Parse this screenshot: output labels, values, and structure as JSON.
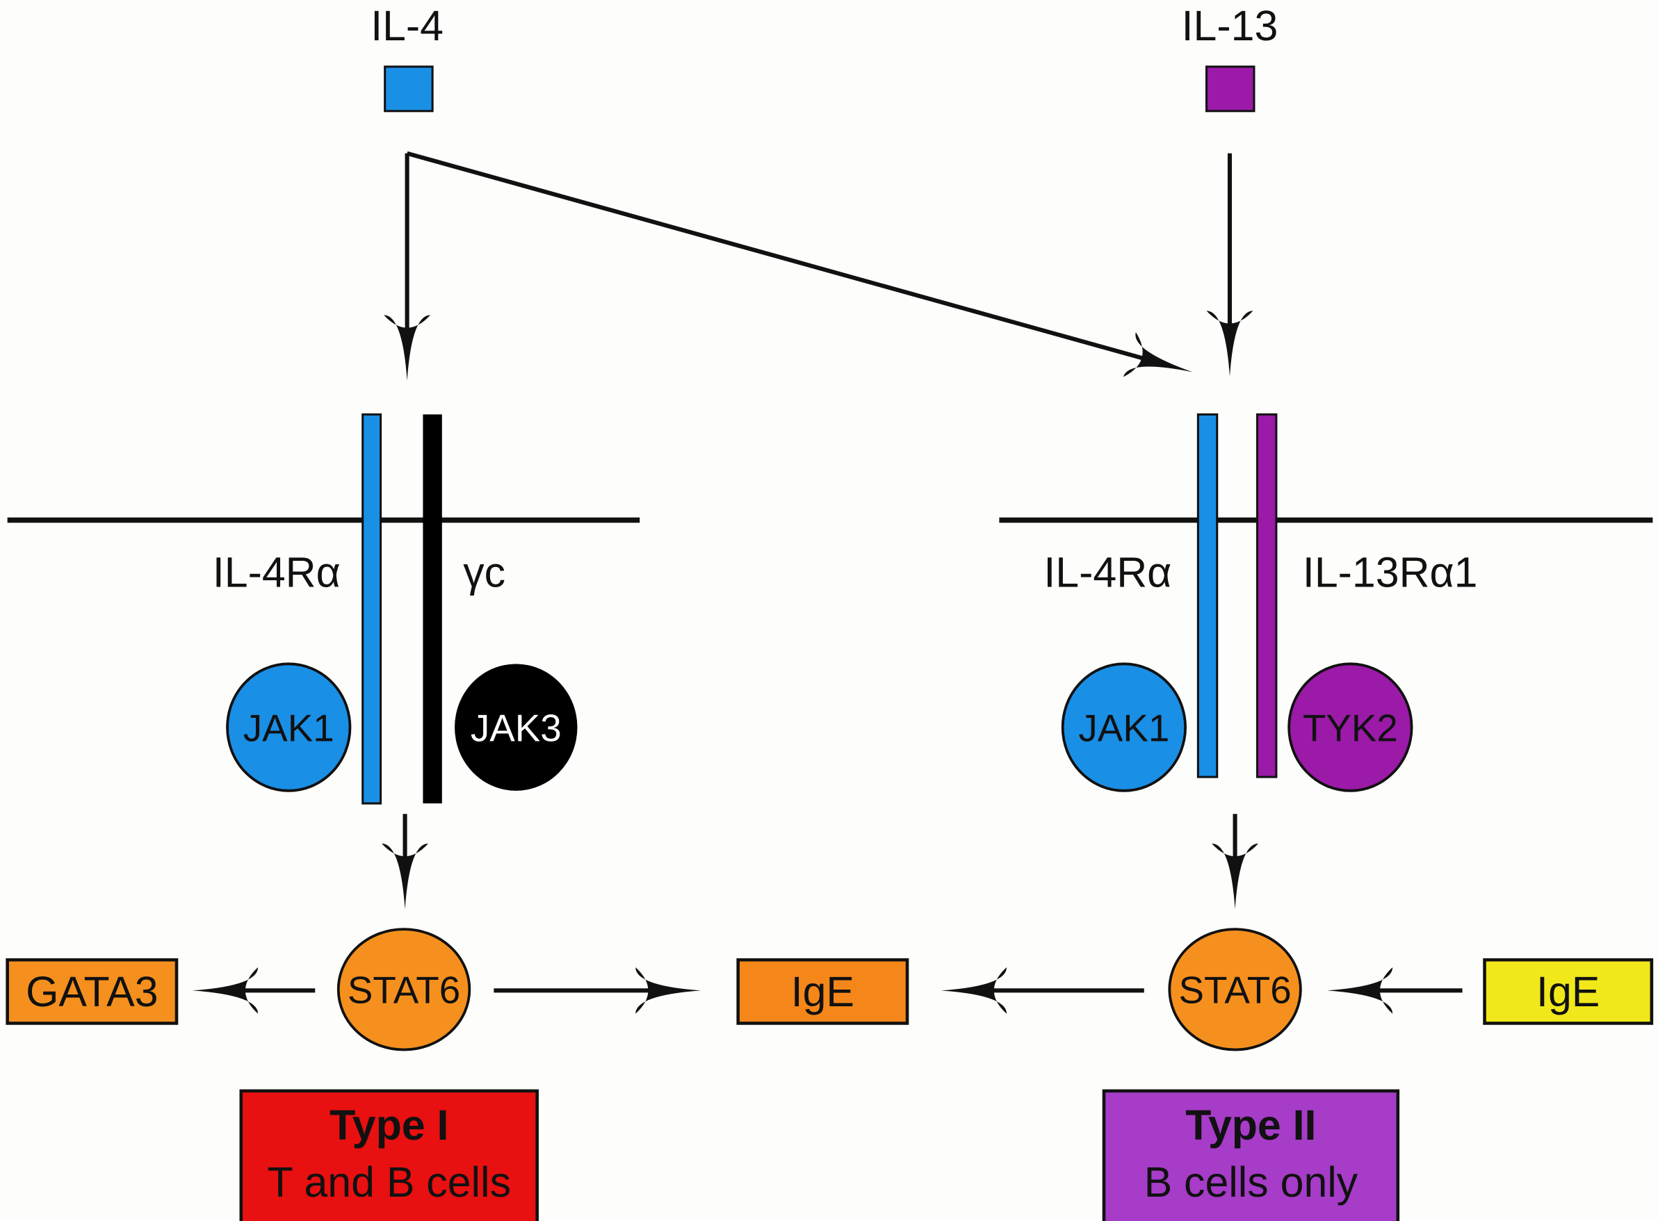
{
  "ligands": {
    "il4": {
      "label": "IL-4",
      "color": "#1a8fe6"
    },
    "il13": {
      "label": "IL-13",
      "color": "#9b1aa8"
    }
  },
  "type1": {
    "receptor_a": "IL-4Rα",
    "receptor_b": "γc",
    "kinase_a": "JAK1",
    "kinase_b": "JAK3",
    "stat": "STAT6",
    "target_left": "GATA3",
    "title": "Type I",
    "subtitle": "T and B cells",
    "color": "#e81010"
  },
  "type2": {
    "receptor_a": "IL-4Rα",
    "receptor_b": "IL-13Rα1",
    "kinase_a": "JAK1",
    "kinase_b": "TYK2",
    "stat": "STAT6",
    "title": "Type II",
    "subtitle": "B cells only",
    "color": "#a63cc8"
  },
  "outputs": {
    "ige_center": {
      "label": "IgE",
      "color": "#f5871a"
    },
    "ige_right": {
      "label": "IgE",
      "color": "#f0e81a"
    }
  },
  "colors": {
    "blue": "#1a8fe6",
    "purple": "#9b1aa8",
    "orange": "#f5901e",
    "black": "#000000"
  }
}
